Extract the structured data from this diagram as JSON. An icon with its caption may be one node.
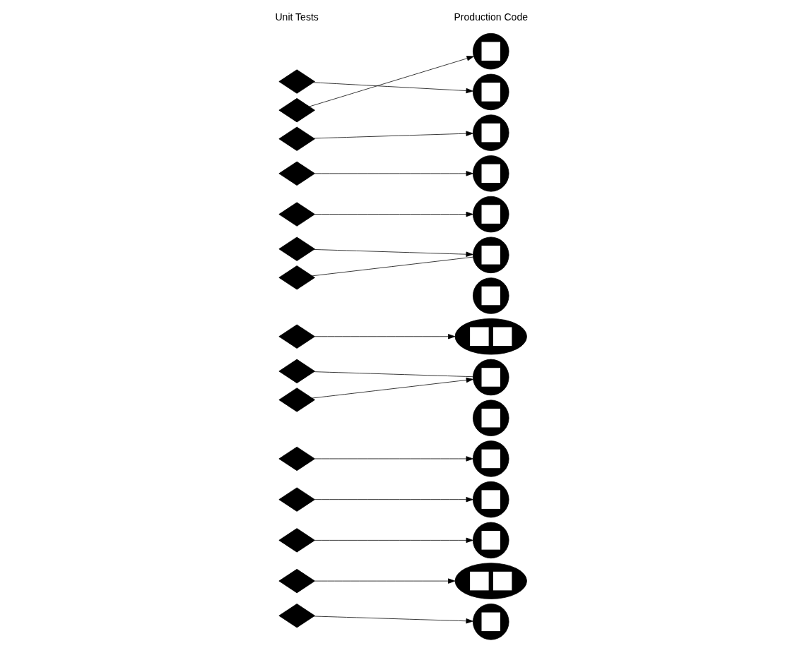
{
  "diagram": {
    "nodes": [
      {
        "text": [],
        "shape": "diamond"
      },
      {
        "text": [],
        "shape": "diamond"
      },
      {
        "text": [],
        "shape": "diamond"
      },
      {
        "text": [],
        "shape": "diamond"
      },
      {
        "text": [],
        "shape": "diamond"
      },
      {
        "text": [],
        "shape": "diamond"
      },
      {
        "text": [],
        "shape": "diamond"
      },
      {
        "text": [],
        "shape": "diamond"
      },
      {
        "text": [],
        "shape": "diamond"
      },
      {
        "text": [],
        "shape": "diamond"
      },
      {
        "text": [],
        "shape": "diamond"
      },
      {
        "text": [],
        "shape": "diamond"
      },
      {
        "text": [],
        "shape": "diamond"
      },
      {
        "text": [],
        "shape": "diamond"
      },
      {
        "text": [],
        "shape": "diamond"
      },
      {
        "text": [],
        "shape": "circle"
      },
      {
        "text": [],
        "shape": "circle"
      },
      {
        "text": [],
        "shape": "circle"
      },
      {
        "text": [],
        "shape": "circle"
      },
      {
        "text": [],
        "shape": "circle"
      },
      {
        "text": [],
        "shape": "circle"
      },
      {
        "text": [],
        "shape": "circle"
      },
      {
        "text": [],
        "shape": "ellipse"
      },
      {
        "text": [],
        "shape": "circle"
      },
      {
        "text": [],
        "shape": "circle"
      },
      {
        "text": [],
        "shape": "circle"
      },
      {
        "text": [],
        "shape": "circle"
      },
      {
        "text": [],
        "shape": "circle"
      },
      {
        "text": [],
        "shape": "ellipse"
      },
      {
        "text": [],
        "shape": "circle"
      }
    ],
    "edges": [
      {
        "from": 0,
        "to": 16,
        "arrow": "to"
      },
      {
        "from": 1,
        "to": 15,
        "arrow": "to"
      },
      {
        "from": 2,
        "to": 17,
        "arrow": "to"
      },
      {
        "from": 3,
        "to": 18,
        "arrow": "to"
      },
      {
        "from": 4,
        "to": 19,
        "arrow": "to"
      },
      {
        "from": 5,
        "to": 20,
        "arrow": "to"
      },
      {
        "from": 6,
        "to": 20,
        "arrow": "none"
      },
      {
        "from": 7,
        "to": 22,
        "arrow": "to"
      },
      {
        "from": 8,
        "to": 23,
        "arrow": "none"
      },
      {
        "from": 9,
        "to": 23,
        "arrow": "to"
      },
      {
        "from": 10,
        "to": 25,
        "arrow": "to"
      },
      {
        "from": 11,
        "to": 26,
        "arrow": "to"
      },
      {
        "from": 12,
        "to": 27,
        "arrow": "to"
      },
      {
        "from": 13,
        "to": 28,
        "arrow": "to"
      },
      {
        "from": 14,
        "to": 29,
        "arrow": "to"
      }
    ],
    "labels": [
      "Unit Tests",
      "Production Code"
    ]
  }
}
